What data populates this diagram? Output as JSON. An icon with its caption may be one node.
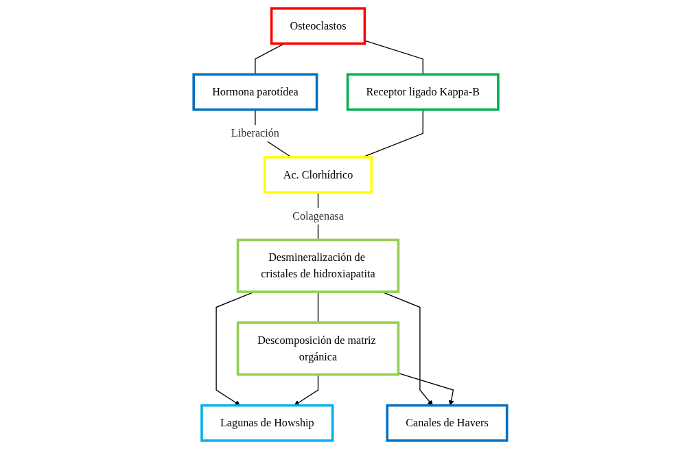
{
  "diagram": {
    "nodes": [
      {
        "text": [
          "Osteoclastos"
        ]
      },
      {
        "text": [
          "Hormona parotídea"
        ]
      },
      {
        "text": [
          "Receptor ligado Kappa-B"
        ]
      },
      {
        "text": [
          "Ac. Clorhídrico"
        ]
      },
      {
        "text": [
          "Desmineralización de cristales de hidroxiapatita"
        ]
      },
      {
        "text": [
          "Descomposición de matriz orgánica"
        ]
      },
      {
        "text": [
          "Lagunas de Howship"
        ]
      },
      {
        "text": [
          "Canales de Havers"
        ]
      }
    ],
    "edges": [
      {
        "from": 0,
        "to": 1,
        "arrow": "none"
      },
      {
        "from": 0,
        "to": 2,
        "arrow": "none"
      },
      {
        "from": 1,
        "to": 3,
        "arrow": "none",
        "label": "Liberación"
      },
      {
        "from": 2,
        "to": 3,
        "arrow": "none"
      },
      {
        "from": 3,
        "to": 4,
        "arrow": "none",
        "label": "Colagenasa"
      },
      {
        "from": 4,
        "to": 5,
        "arrow": "none"
      },
      {
        "from": 4,
        "to": 6,
        "arrow": "to"
      },
      {
        "from": 4,
        "to": 7,
        "arrow": "to"
      },
      {
        "from": 5,
        "to": 6,
        "arrow": "to"
      },
      {
        "from": 5,
        "to": 7,
        "arrow": "to"
      }
    ]
  }
}
